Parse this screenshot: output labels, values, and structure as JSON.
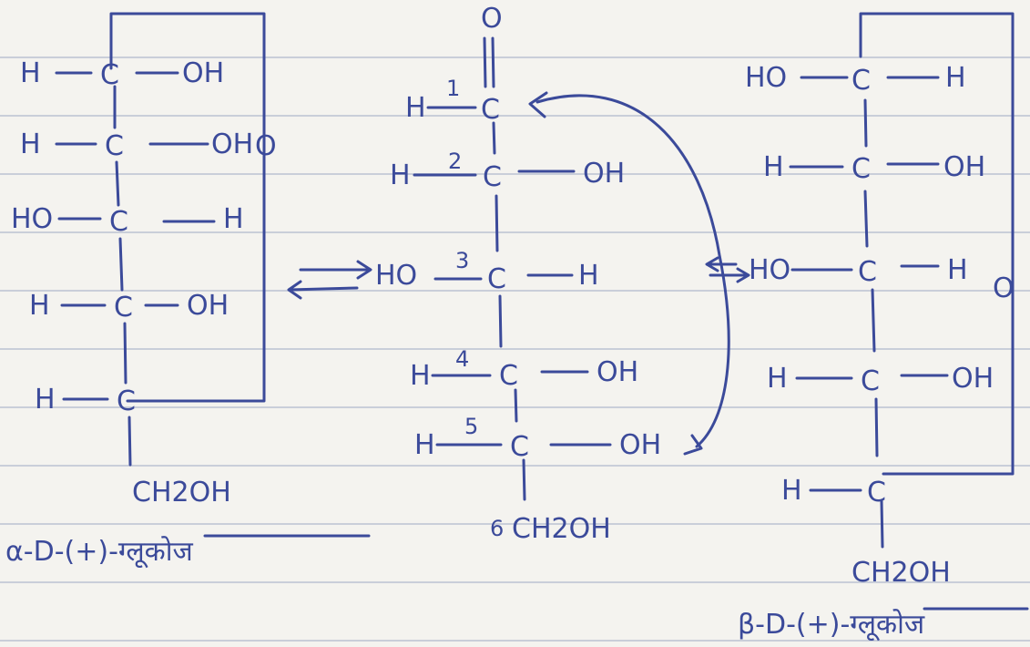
{
  "alpha": {
    "rows": [
      {
        "left": "H",
        "center": "C",
        "right": "OH"
      },
      {
        "left": "H",
        "center": "C",
        "right": "OH"
      },
      {
        "left": "HO",
        "center": "C",
        "right": "H"
      },
      {
        "left": "H",
        "center": "C",
        "right": "OH"
      },
      {
        "left": "H",
        "center": "C",
        "right": ""
      }
    ],
    "ring_oxygen": "O",
    "bottom_group": "CH2OH",
    "caption": "α-D-(+)-ग्लूकोज"
  },
  "open_chain": {
    "carbonyl_oxygen": "O",
    "rows": [
      {
        "number": "1",
        "left": "H",
        "center": "C",
        "right": ""
      },
      {
        "number": "2",
        "left": "H",
        "center": "C",
        "right": "OH"
      },
      {
        "number": "3",
        "left": "HO",
        "center": "C",
        "right": "H"
      },
      {
        "number": "4",
        "left": "H",
        "center": "C",
        "right": "OH"
      },
      {
        "number": "5",
        "left": "H",
        "center": "C",
        "right": "OH"
      }
    ],
    "bottom_number": "6",
    "bottom_group": "CH2OH"
  },
  "beta": {
    "rows": [
      {
        "left": "HO",
        "center": "C",
        "right": "H"
      },
      {
        "left": "H",
        "center": "C",
        "right": "OH"
      },
      {
        "left": "HO",
        "center": "C",
        "right": "H"
      },
      {
        "left": "H",
        "center": "C",
        "right": "OH"
      },
      {
        "left": "H",
        "center": "C",
        "right": ""
      }
    ],
    "ring_oxygen": "O",
    "bottom_group": "CH2OH",
    "caption": "β-D-(+)-ग्लूकोज"
  }
}
